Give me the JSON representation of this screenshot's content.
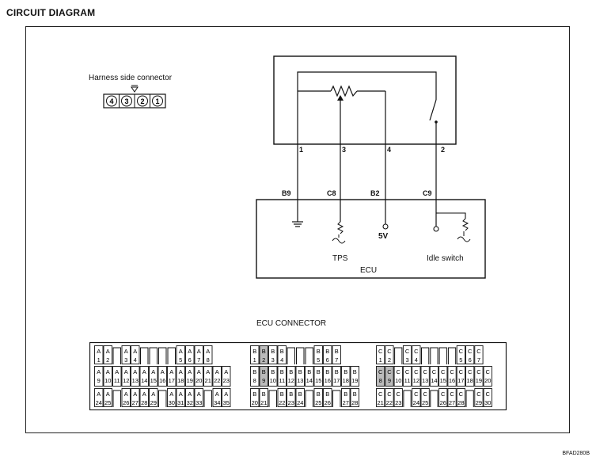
{
  "title": "CIRCUIT DIAGRAM",
  "doc_code": "BFAD280B",
  "harness": {
    "label": "Harness side connector",
    "pins": [
      "4",
      "3",
      "2",
      "1"
    ]
  },
  "sensor_terminals": [
    "1",
    "3",
    "4",
    "2"
  ],
  "ecu_pins": [
    "B9",
    "C8",
    "B2",
    "C9"
  ],
  "ecu": {
    "label": "ECU",
    "tps_label": "TPS",
    "supply_label": "5V",
    "idle_label": "Idle switch"
  },
  "ecu_connector": {
    "label": "ECU CONNECTOR",
    "blocks": [
      {
        "letter": "A",
        "row1": [
          "1",
          "2",
          "",
          "3",
          "4",
          "",
          "",
          "",
          "",
          "5",
          "6",
          "7",
          "8"
        ],
        "row2": [
          "9",
          "10",
          "11",
          "12",
          "13",
          "14",
          "15",
          "16",
          "17",
          "18",
          "19",
          "20",
          "21",
          "22",
          "23"
        ],
        "row3": [
          "24",
          "25",
          "",
          "26",
          "27",
          "28",
          "29",
          "",
          "30",
          "31",
          "32",
          "33",
          "",
          "34",
          "35"
        ]
      },
      {
        "letter": "B",
        "row1": [
          "1",
          "2",
          "3",
          "4",
          "",
          "",
          "",
          "5",
          "6",
          "7"
        ],
        "row2": [
          "8",
          "9",
          "10",
          "11",
          "12",
          "13",
          "14",
          "15",
          "16",
          "17",
          "18",
          "19"
        ],
        "row3": [
          "20",
          "21",
          "",
          "22",
          "23",
          "24",
          "",
          "25",
          "26",
          "",
          "27",
          "28"
        ]
      },
      {
        "letter": "C",
        "row1": [
          "1",
          "2",
          "",
          "3",
          "4",
          "",
          "",
          "",
          "",
          "5",
          "6",
          "7"
        ],
        "row2": [
          "8",
          "9",
          "10",
          "11",
          "12",
          "13",
          "14",
          "15",
          "16",
          "17",
          "18",
          "19",
          "20"
        ],
        "row3": [
          "21",
          "22",
          "23",
          "",
          "24",
          "25",
          "",
          "26",
          "27",
          "28",
          "",
          "29",
          "30"
        ]
      }
    ]
  }
}
